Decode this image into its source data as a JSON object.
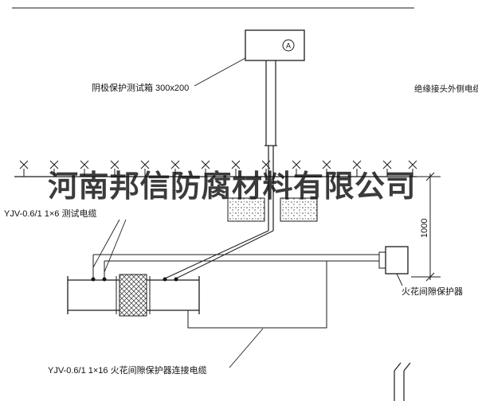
{
  "watermark": "河南邦信防腐材料有限公司",
  "labels": {
    "test_box": "阴极保护测试箱 300x200",
    "outer_cable": "绝缘接头外侧电缆",
    "test_cable": "YJV-0.6/1 1×6  测试电缆",
    "spark_protector": "火花间隙保护器",
    "connection_cable": "YJV-0.6/1 1×16  火花间隙保护器连接电缆",
    "dimension": "1000",
    "ammeter": "A"
  },
  "colors": {
    "line": "#1b1b1b",
    "watermark": "#141414",
    "background": "#ffffff"
  }
}
